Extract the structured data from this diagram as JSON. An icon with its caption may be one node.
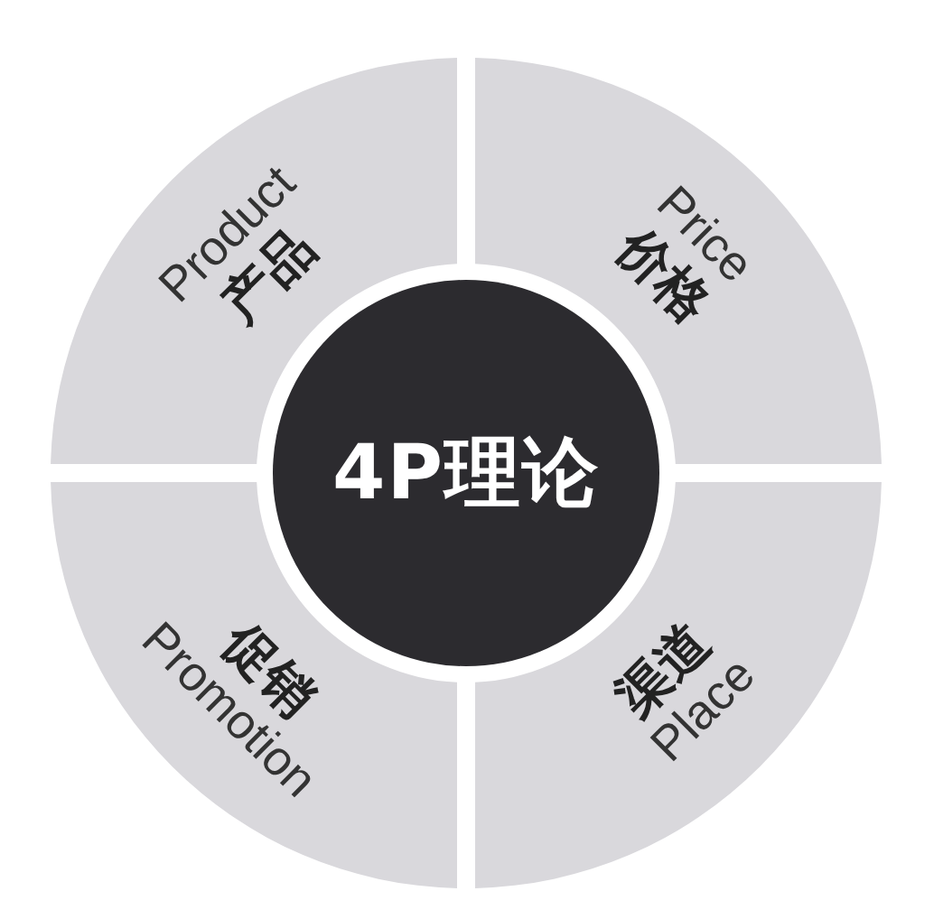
{
  "diagram": {
    "nodes": [
      {
        "text": [
          "Product",
          "产品"
        ]
      },
      {
        "text": [
          "Price",
          "价格"
        ]
      },
      {
        "text": [
          "4P理论"
        ]
      },
      {
        "text": [
          "促销",
          "Promotion"
        ]
      },
      {
        "text": [
          "渠道",
          "Place"
        ]
      }
    ]
  }
}
